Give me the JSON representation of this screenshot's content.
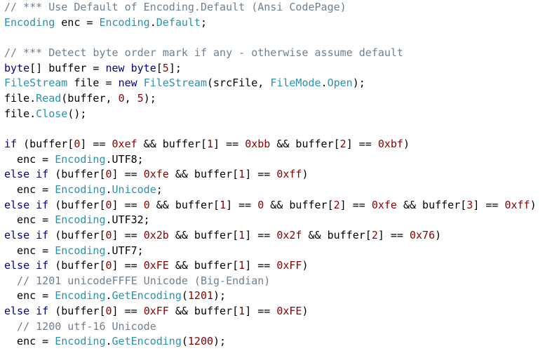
{
  "theme": {
    "background": "#ffffff",
    "plain": "#000000",
    "comment": "#708090",
    "keyword": "#00008b",
    "type": "#2b91af",
    "number": "#8b0000"
  },
  "code": {
    "lines": [
      [
        {
          "t": "// *** Use Default of Encoding.Default (Ansi CodePage)",
          "k": "comment"
        }
      ],
      [
        {
          "t": "Encoding",
          "k": "type"
        },
        {
          "t": " enc = ",
          "k": "plain"
        },
        {
          "t": "Encoding",
          "k": "type"
        },
        {
          "t": ".",
          "k": "plain"
        },
        {
          "t": "Default",
          "k": "type"
        },
        {
          "t": ";",
          "k": "plain"
        }
      ],
      [],
      [
        {
          "t": "// *** Detect byte order mark if any - otherwise assume default",
          "k": "comment"
        }
      ],
      [
        {
          "t": "byte",
          "k": "keyword"
        },
        {
          "t": "[] buffer = ",
          "k": "plain"
        },
        {
          "t": "new",
          "k": "keyword"
        },
        {
          "t": " ",
          "k": "plain"
        },
        {
          "t": "byte",
          "k": "keyword"
        },
        {
          "t": "[",
          "k": "plain"
        },
        {
          "t": "5",
          "k": "number"
        },
        {
          "t": "];",
          "k": "plain"
        }
      ],
      [
        {
          "t": "FileStream",
          "k": "type"
        },
        {
          "t": " file = ",
          "k": "plain"
        },
        {
          "t": "new",
          "k": "keyword"
        },
        {
          "t": " ",
          "k": "plain"
        },
        {
          "t": "FileStream",
          "k": "type"
        },
        {
          "t": "(srcFile, ",
          "k": "plain"
        },
        {
          "t": "FileMode",
          "k": "type"
        },
        {
          "t": ".",
          "k": "plain"
        },
        {
          "t": "Open",
          "k": "type"
        },
        {
          "t": ");",
          "k": "plain"
        }
      ],
      [
        {
          "t": "file.",
          "k": "plain"
        },
        {
          "t": "Read",
          "k": "type"
        },
        {
          "t": "(buffer, ",
          "k": "plain"
        },
        {
          "t": "0",
          "k": "number"
        },
        {
          "t": ", ",
          "k": "plain"
        },
        {
          "t": "5",
          "k": "number"
        },
        {
          "t": ");",
          "k": "plain"
        }
      ],
      [
        {
          "t": "file.",
          "k": "plain"
        },
        {
          "t": "Close",
          "k": "type"
        },
        {
          "t": "();",
          "k": "plain"
        }
      ],
      [],
      [
        {
          "t": "if",
          "k": "keyword"
        },
        {
          "t": " (buffer[",
          "k": "plain"
        },
        {
          "t": "0",
          "k": "number"
        },
        {
          "t": "] == ",
          "k": "plain"
        },
        {
          "t": "0xef",
          "k": "number"
        },
        {
          "t": " && buffer[",
          "k": "plain"
        },
        {
          "t": "1",
          "k": "number"
        },
        {
          "t": "] == ",
          "k": "plain"
        },
        {
          "t": "0xbb",
          "k": "number"
        },
        {
          "t": " && buffer[",
          "k": "plain"
        },
        {
          "t": "2",
          "k": "number"
        },
        {
          "t": "] == ",
          "k": "plain"
        },
        {
          "t": "0xbf",
          "k": "number"
        },
        {
          "t": ")",
          "k": "plain"
        }
      ],
      [
        {
          "t": "  enc = ",
          "k": "plain"
        },
        {
          "t": "Encoding",
          "k": "type"
        },
        {
          "t": ".UTF8;",
          "k": "plain"
        }
      ],
      [
        {
          "t": "else",
          "k": "keyword"
        },
        {
          "t": " ",
          "k": "plain"
        },
        {
          "t": "if",
          "k": "keyword"
        },
        {
          "t": " (buffer[",
          "k": "plain"
        },
        {
          "t": "0",
          "k": "number"
        },
        {
          "t": "] == ",
          "k": "plain"
        },
        {
          "t": "0xfe",
          "k": "number"
        },
        {
          "t": " && buffer[",
          "k": "plain"
        },
        {
          "t": "1",
          "k": "number"
        },
        {
          "t": "] == ",
          "k": "plain"
        },
        {
          "t": "0xff",
          "k": "number"
        },
        {
          "t": ")",
          "k": "plain"
        }
      ],
      [
        {
          "t": "  enc = ",
          "k": "plain"
        },
        {
          "t": "Encoding",
          "k": "type"
        },
        {
          "t": ".",
          "k": "plain"
        },
        {
          "t": "Unicode",
          "k": "type"
        },
        {
          "t": ";",
          "k": "plain"
        }
      ],
      [
        {
          "t": "else",
          "k": "keyword"
        },
        {
          "t": " ",
          "k": "plain"
        },
        {
          "t": "if",
          "k": "keyword"
        },
        {
          "t": " (buffer[",
          "k": "plain"
        },
        {
          "t": "0",
          "k": "number"
        },
        {
          "t": "] == ",
          "k": "plain"
        },
        {
          "t": "0",
          "k": "number"
        },
        {
          "t": " && buffer[",
          "k": "plain"
        },
        {
          "t": "1",
          "k": "number"
        },
        {
          "t": "] == ",
          "k": "plain"
        },
        {
          "t": "0",
          "k": "number"
        },
        {
          "t": " && buffer[",
          "k": "plain"
        },
        {
          "t": "2",
          "k": "number"
        },
        {
          "t": "] == ",
          "k": "plain"
        },
        {
          "t": "0xfe",
          "k": "number"
        },
        {
          "t": " && buffer[",
          "k": "plain"
        },
        {
          "t": "3",
          "k": "number"
        },
        {
          "t": "] == ",
          "k": "plain"
        },
        {
          "t": "0xff",
          "k": "number"
        },
        {
          "t": ")",
          "k": "plain"
        }
      ],
      [
        {
          "t": "  enc = ",
          "k": "plain"
        },
        {
          "t": "Encoding",
          "k": "type"
        },
        {
          "t": ".UTF32;",
          "k": "plain"
        }
      ],
      [
        {
          "t": "else",
          "k": "keyword"
        },
        {
          "t": " ",
          "k": "plain"
        },
        {
          "t": "if",
          "k": "keyword"
        },
        {
          "t": " (buffer[",
          "k": "plain"
        },
        {
          "t": "0",
          "k": "number"
        },
        {
          "t": "] == ",
          "k": "plain"
        },
        {
          "t": "0x2b",
          "k": "number"
        },
        {
          "t": " && buffer[",
          "k": "plain"
        },
        {
          "t": "1",
          "k": "number"
        },
        {
          "t": "] == ",
          "k": "plain"
        },
        {
          "t": "0x2f",
          "k": "number"
        },
        {
          "t": " && buffer[",
          "k": "plain"
        },
        {
          "t": "2",
          "k": "number"
        },
        {
          "t": "] == ",
          "k": "plain"
        },
        {
          "t": "0x76",
          "k": "number"
        },
        {
          "t": ")",
          "k": "plain"
        }
      ],
      [
        {
          "t": "  enc = ",
          "k": "plain"
        },
        {
          "t": "Encoding",
          "k": "type"
        },
        {
          "t": ".UTF7;",
          "k": "plain"
        }
      ],
      [
        {
          "t": "else",
          "k": "keyword"
        },
        {
          "t": " ",
          "k": "plain"
        },
        {
          "t": "if",
          "k": "keyword"
        },
        {
          "t": " (buffer[",
          "k": "plain"
        },
        {
          "t": "0",
          "k": "number"
        },
        {
          "t": "] == ",
          "k": "plain"
        },
        {
          "t": "0xFE",
          "k": "number"
        },
        {
          "t": " && buffer[",
          "k": "plain"
        },
        {
          "t": "1",
          "k": "number"
        },
        {
          "t": "] == ",
          "k": "plain"
        },
        {
          "t": "0xFF",
          "k": "number"
        },
        {
          "t": ")",
          "k": "plain"
        }
      ],
      [
        {
          "t": "  // 1201 unicodeFFFE Unicode (Big-Endian)",
          "k": "comment"
        }
      ],
      [
        {
          "t": "  enc = ",
          "k": "plain"
        },
        {
          "t": "Encoding",
          "k": "type"
        },
        {
          "t": ".",
          "k": "plain"
        },
        {
          "t": "GetEncoding",
          "k": "type"
        },
        {
          "t": "(",
          "k": "plain"
        },
        {
          "t": "1201",
          "k": "number"
        },
        {
          "t": ");",
          "k": "plain"
        }
      ],
      [
        {
          "t": "else",
          "k": "keyword"
        },
        {
          "t": " ",
          "k": "plain"
        },
        {
          "t": "if",
          "k": "keyword"
        },
        {
          "t": " (buffer[",
          "k": "plain"
        },
        {
          "t": "0",
          "k": "number"
        },
        {
          "t": "] == ",
          "k": "plain"
        },
        {
          "t": "0xFF",
          "k": "number"
        },
        {
          "t": " && buffer[",
          "k": "plain"
        },
        {
          "t": "1",
          "k": "number"
        },
        {
          "t": "] == ",
          "k": "plain"
        },
        {
          "t": "0xFE",
          "k": "number"
        },
        {
          "t": ")",
          "k": "plain"
        }
      ],
      [
        {
          "t": "  // 1200 utf-16 Unicode",
          "k": "comment"
        }
      ],
      [
        {
          "t": "  enc = ",
          "k": "plain"
        },
        {
          "t": "Encoding",
          "k": "type"
        },
        {
          "t": ".",
          "k": "plain"
        },
        {
          "t": "GetEncoding",
          "k": "type"
        },
        {
          "t": "(",
          "k": "plain"
        },
        {
          "t": "1200",
          "k": "number"
        },
        {
          "t": ");",
          "k": "plain"
        }
      ]
    ]
  }
}
